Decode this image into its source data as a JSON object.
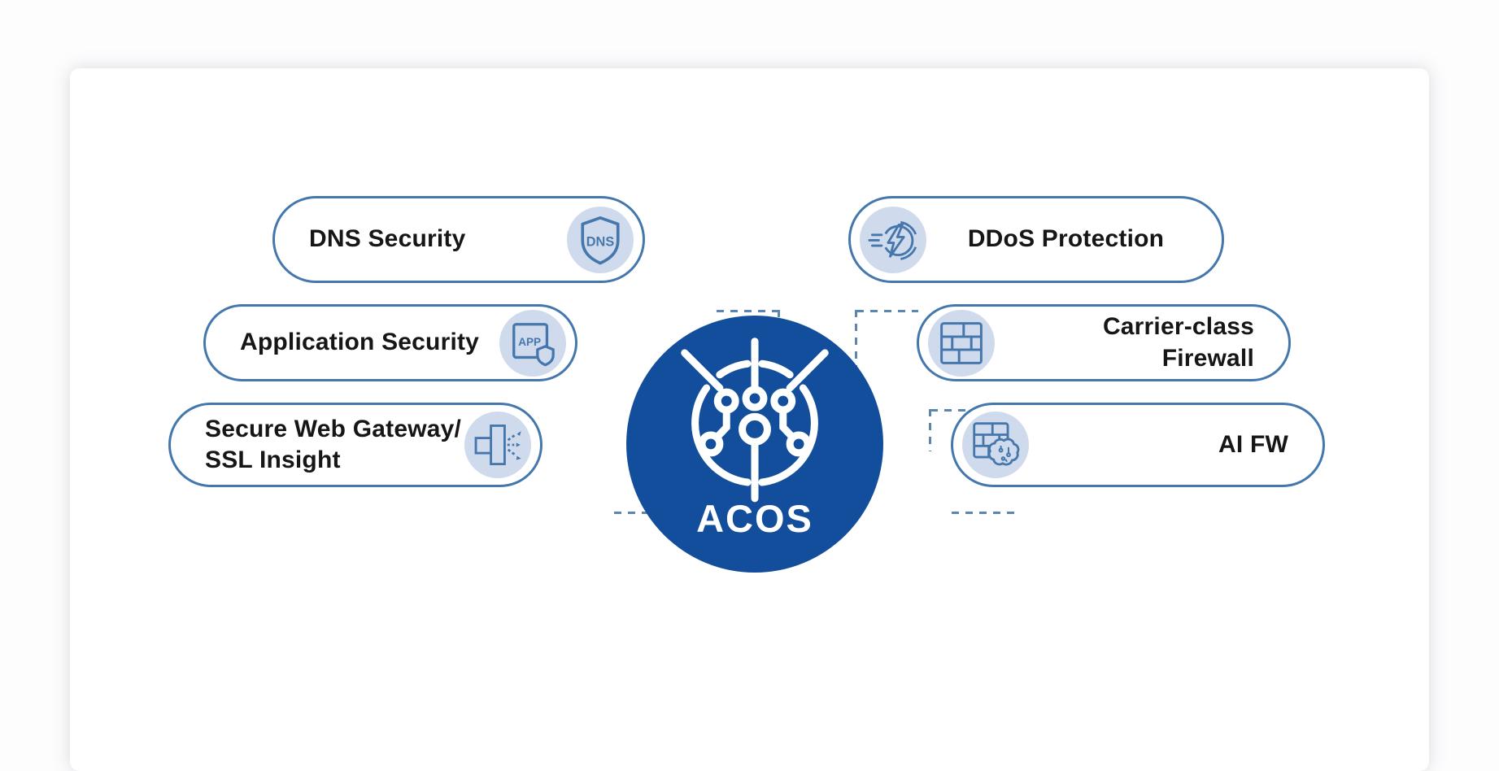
{
  "hub": {
    "label": "ACOS",
    "logo_icon": "acos-circuit-logo-icon"
  },
  "modules": [
    {
      "id": "dns",
      "label_line1": "DNS Security",
      "icon": "dns-shield-icon",
      "icon_text": "DNS"
    },
    {
      "id": "app",
      "label_line1": "Application Security",
      "icon": "app-shield-icon",
      "icon_text": "APP"
    },
    {
      "id": "swg",
      "label_line1": "Secure Web Gateway/",
      "label_line2": "SSL Insight",
      "icon": "secure-gateway-icon"
    },
    {
      "id": "ddos",
      "label_line1": "DDoS Protection",
      "icon": "ddos-lightning-icon"
    },
    {
      "id": "ccfw",
      "label_line1": "Carrier-class",
      "label_line2": "Firewall",
      "icon": "firewall-bricks-icon"
    },
    {
      "id": "aifw",
      "label_line1": "AI FW",
      "icon": "ai-firewall-brain-icon"
    }
  ],
  "colors": {
    "hub_fill": "#134e9c",
    "pill_border": "#4478ad",
    "connector_dash": "#5b86b2",
    "icon_stroke": "#4577ad",
    "icon_bg": "#cfdbed",
    "label_text": "#161616",
    "hub_text": "#ffffff",
    "card_bg": "#ffffff"
  }
}
